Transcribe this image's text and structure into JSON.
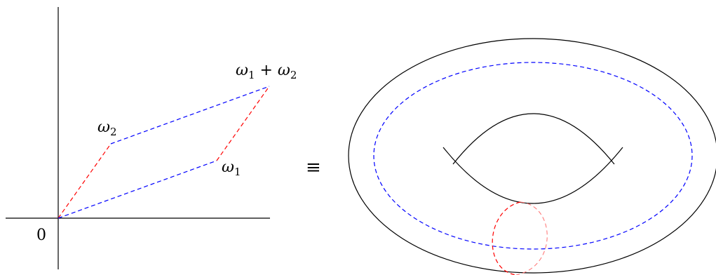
{
  "lattice": {
    "origin_label": "0",
    "omega1": {
      "base": "ω",
      "sub": "1"
    },
    "omega2": {
      "base": "ω",
      "sub": "2"
    },
    "sum": {
      "base1": "ω",
      "sub1": "1",
      "plus": " + ",
      "base2": "ω",
      "sub2": "2"
    }
  },
  "equivalence_symbol": "≡",
  "colors": {
    "axis": "#000000",
    "dashed_blue": "#0000ff",
    "dashed_red": "#ff0000",
    "torus_outline": "#000000"
  }
}
